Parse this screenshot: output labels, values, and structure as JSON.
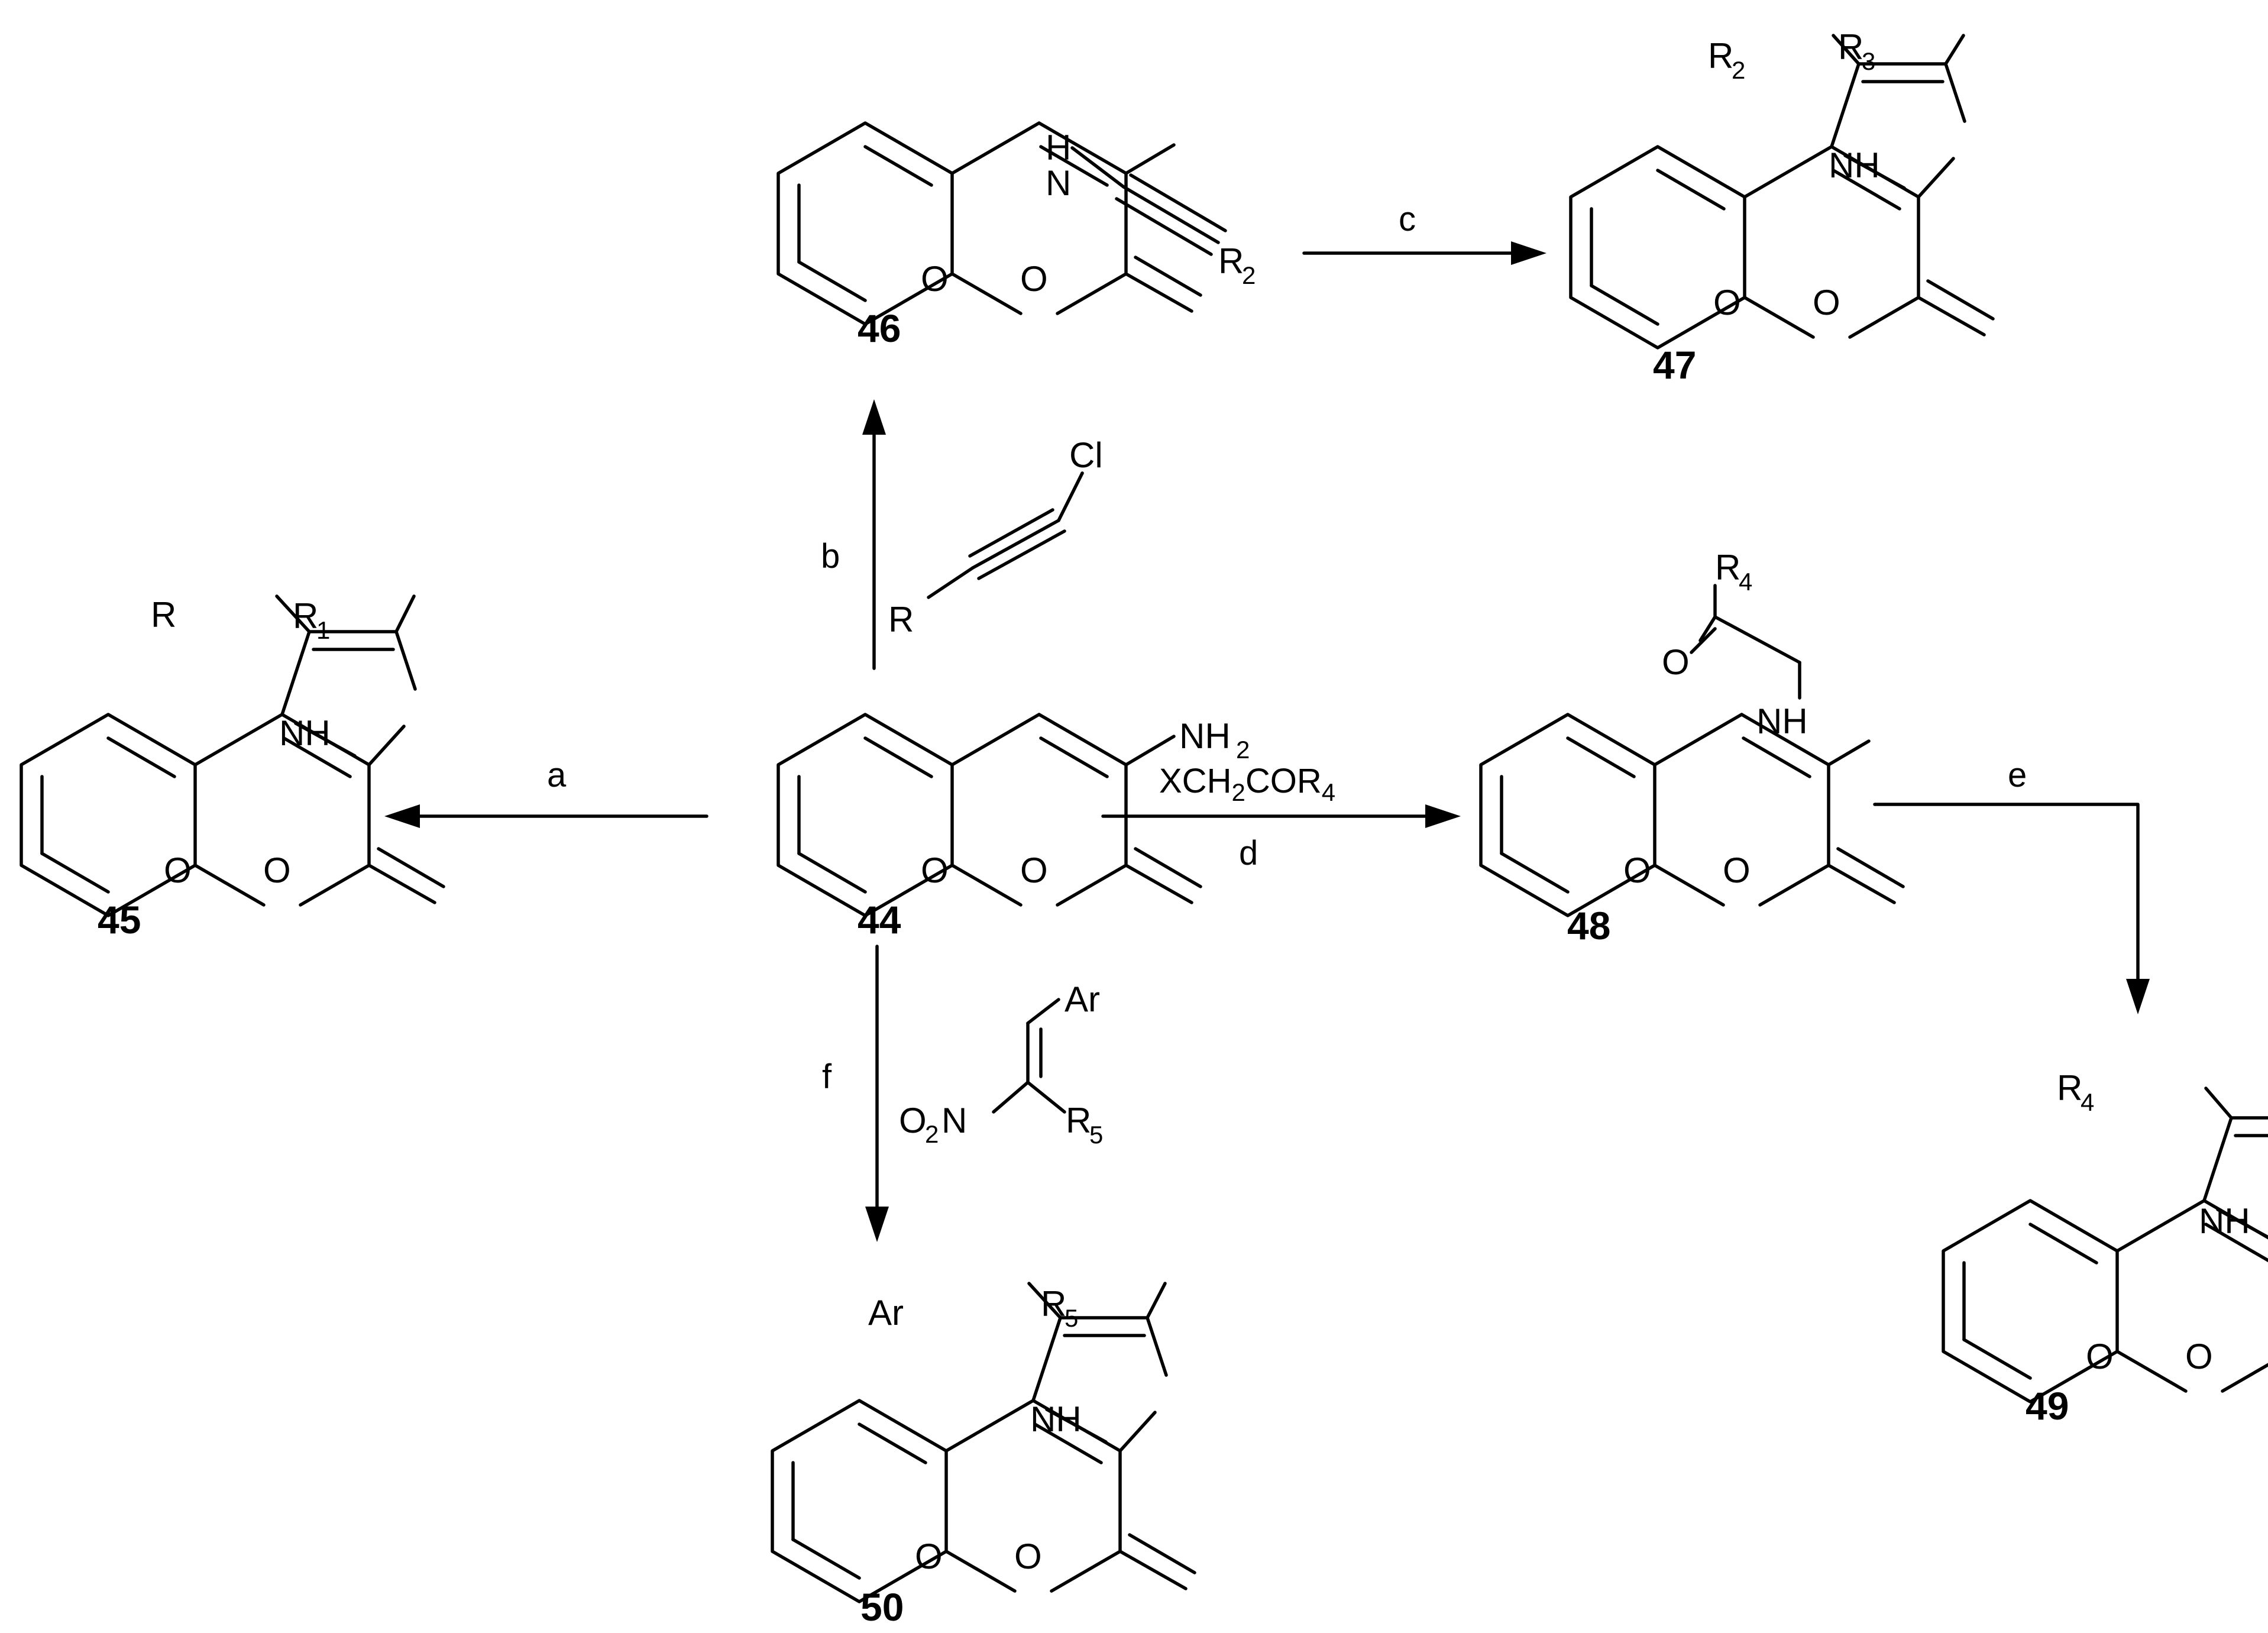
{
  "compounds": [
    {
      "id": "44",
      "label": "44"
    },
    {
      "id": "45",
      "label": "45"
    },
    {
      "id": "46",
      "label": "46"
    },
    {
      "id": "47",
      "label": "47"
    },
    {
      "id": "48",
      "label": "48"
    },
    {
      "id": "49",
      "label": "49"
    },
    {
      "id": "50",
      "label": "50"
    }
  ],
  "steps": {
    "a": "a",
    "b": "b",
    "c": "c",
    "d": "d",
    "e": "e",
    "f": "f"
  },
  "reagents": {
    "d_main": "XCH",
    "d_sub1": "2",
    "d_mid": "COR",
    "d_sub2": "4"
  },
  "atoms": {
    "O": "O",
    "N": "N",
    "H": "H",
    "NH": "NH",
    "Cl": "Cl",
    "Ar": "Ar",
    "R": "R",
    "R1": "1",
    "R2": "2",
    "R3": "3",
    "R4": "4",
    "R5": "5",
    "NH2_sub": "2",
    "O2_sub": "2"
  }
}
